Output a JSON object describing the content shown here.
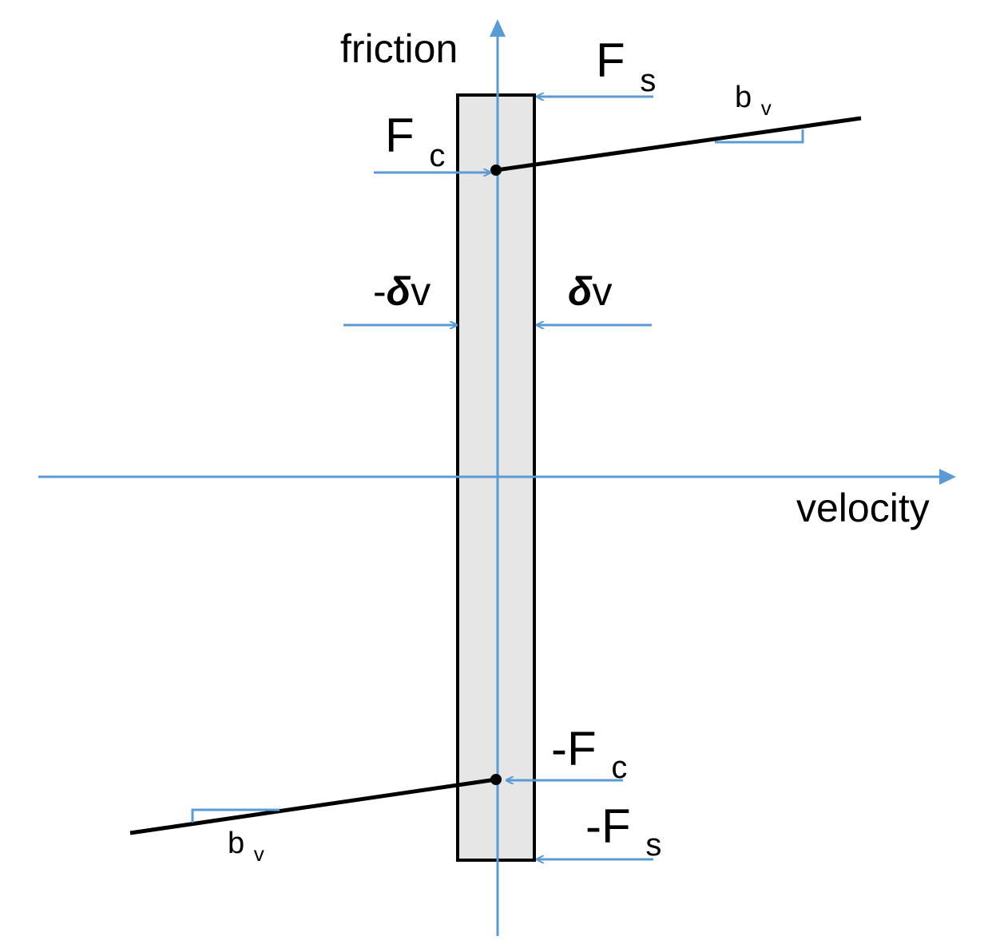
{
  "labels": {
    "y_axis": "friction",
    "x_axis": "velocity",
    "fs": {
      "main": "F",
      "sub": "s"
    },
    "fc": {
      "main": "F",
      "sub": "c"
    },
    "neg_fc": {
      "main": "-F",
      "sub": "c"
    },
    "neg_fs": {
      "main": "-F",
      "sub": "s"
    },
    "neg_dv": {
      "sign": "-",
      "delta": "δ",
      "v": "v"
    },
    "dv": {
      "delta": "δ",
      "v": "v"
    },
    "bv_top": {
      "main": "b",
      "sub": "v"
    },
    "bv_bottom": {
      "main": "b",
      "sub": "v"
    }
  },
  "colors": {
    "axis": "#5b9bd5",
    "band_fill": "#e6e6e6",
    "curve": "#000000"
  }
}
